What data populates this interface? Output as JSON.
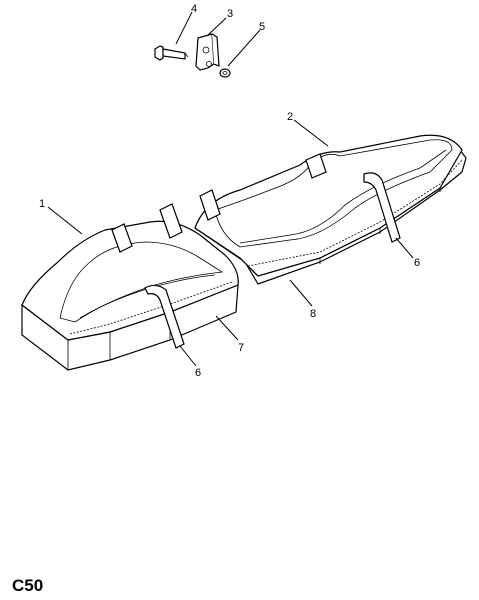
{
  "callouts": {
    "c1": "1",
    "c2": "2",
    "c3": "3",
    "c4": "4",
    "c5": "5",
    "c6a": "6",
    "c6b": "6",
    "c7": "7",
    "c8": "8"
  },
  "diagram_code": "C50"
}
